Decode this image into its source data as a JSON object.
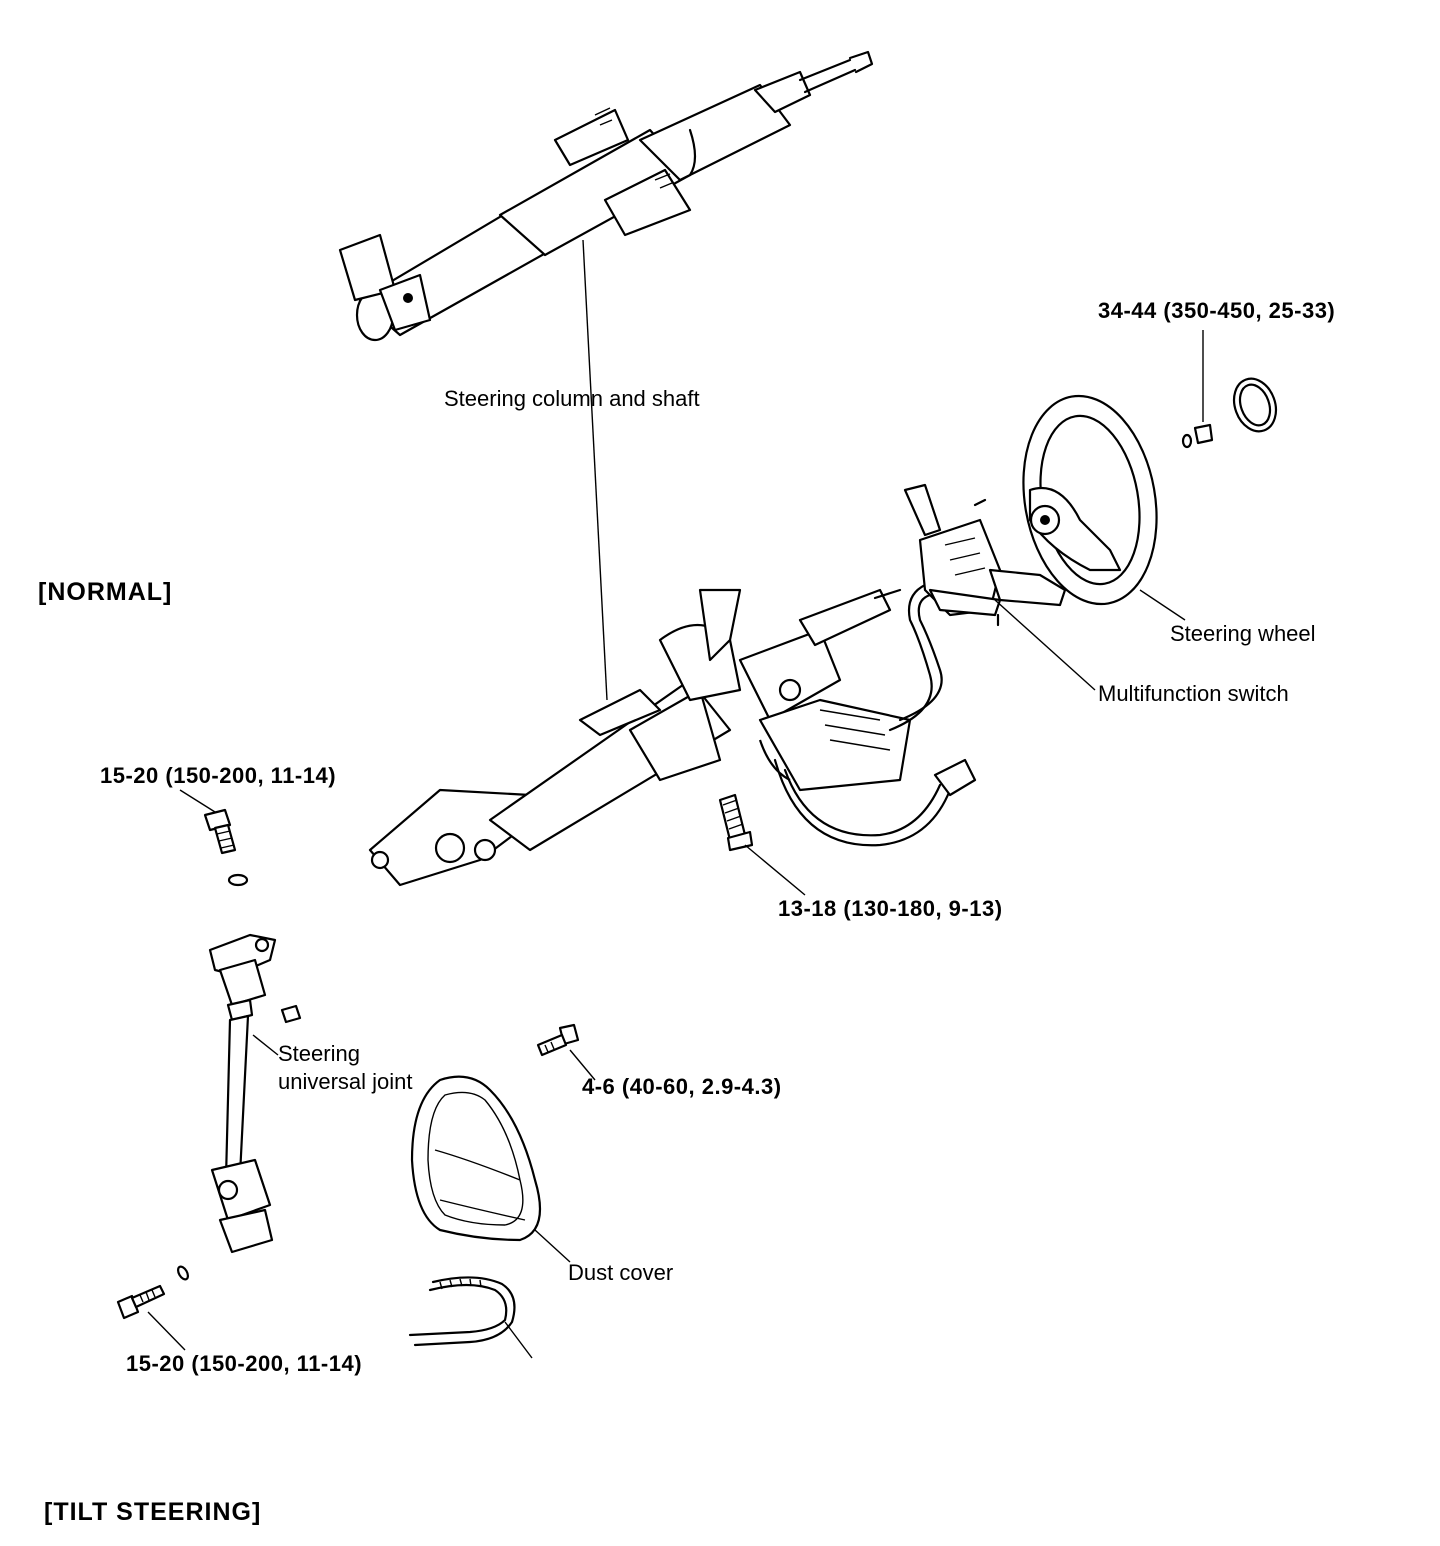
{
  "sections": {
    "normal": "[NORMAL]",
    "tilt": "[TILT STEERING]"
  },
  "labels": {
    "steering_column": "Steering column and shaft",
    "steering_wheel": "Steering wheel",
    "multifunction_switch": "Multifunction switch",
    "steering_universal_joint_line1": "Steering",
    "steering_universal_joint_line2": "universal joint",
    "dust_cover": "Dust cover"
  },
  "torques": {
    "wheel_nut": "34-44 (350-450, 25-33)",
    "joint_upper_bolt": "15-20 (150-200, 11-14)",
    "column_bolt": "13-18 (130-180, 9-13)",
    "dust_cover_bolt": "4-6 (40-60, 2.9-4.3)",
    "joint_lower_bolt": "15-20 (150-200, 11-14)"
  }
}
